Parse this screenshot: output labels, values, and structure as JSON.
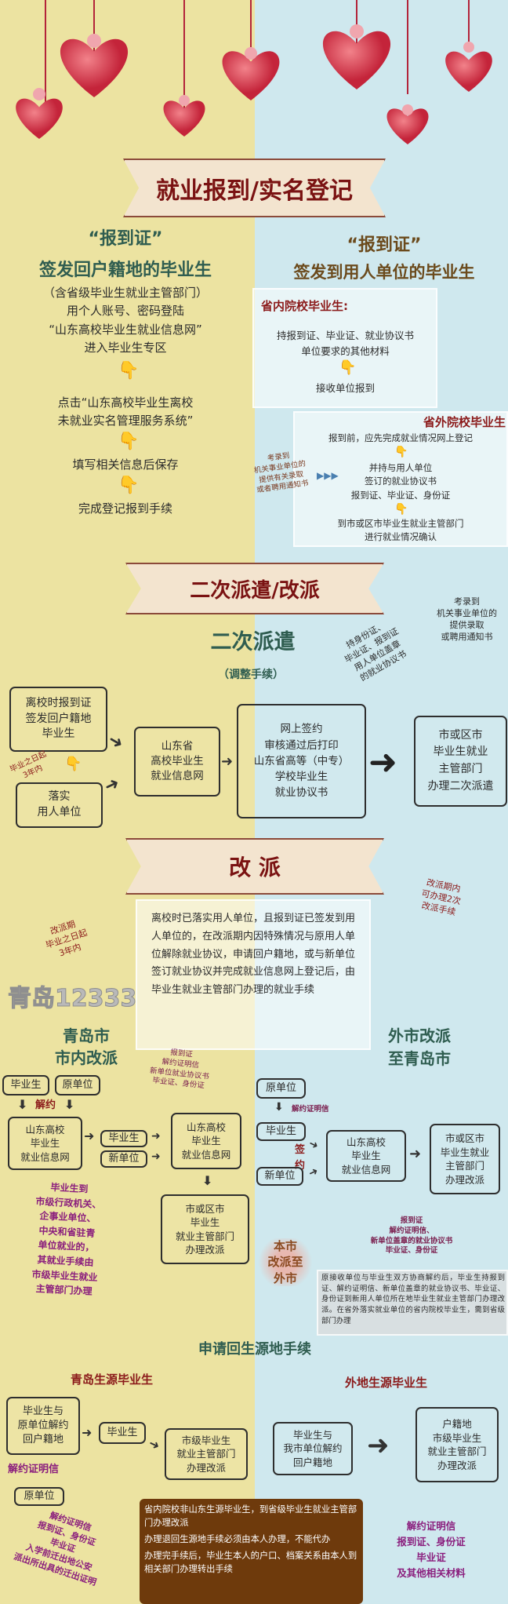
{
  "watermark": "青岛12333",
  "colors": {
    "left_bg": "#ece3a1",
    "right_bg": "#cfe8ee",
    "banner_text": "#7a1212",
    "heading_green": "#2f5d50",
    "note_purple": "#8a1d7d",
    "brown_panel": "#6e3a0c"
  },
  "section1": {
    "banner": "就业报到/实名登记",
    "left": {
      "quote": "“报到证”",
      "title": "签发回户籍地的毕业生",
      "lines": "（含省级毕业生就业主管部门）\n用个人账号、密码登陆\n“山东高校毕业生就业信息网”\n进入毕业生专区",
      "step2": "点击“山东高校毕业生离校\n未就业实名管理服务系统”",
      "step3": "填写相关信息后保存",
      "step4": "完成登记报到手续"
    },
    "right": {
      "quote": "“报到证”",
      "title": "签发到用人单位的毕业生",
      "in_title": "省内院校毕业生:",
      "in_text": "持报到证、毕业证、就业协议书\n单位要求的其他材料",
      "in_step": "接收单位报到",
      "out_title": "省外院校毕业生",
      "out_l1": "报到前，应先完成就业情况网上登记",
      "out_l2": "并持与用人单位\n签订的就业协议书\n报到证、毕业证、身份证",
      "out_l3": "到市或区市毕业生就业主管部门\n进行就业情况确认",
      "side_note": "考录到\n机关事业单位的\n提供有关录取\n或者聘用通知书"
    }
  },
  "section2": {
    "banner": "二次派遣/改派",
    "title": "二次派遣",
    "subtitle": "（调整手续）",
    "box_a": "离校时报到证\n签发回户籍地\n毕业生",
    "box_b": "落实\n用人单位",
    "note_red": "毕业之日起\n3年内",
    "box_c": "山东省\n高校毕业生\n就业信息网",
    "box_d": "网上签约\n审核通过后打印\n山东省高等（中专）\n学校毕业生\n就业协议书",
    "box_e": "市或区市\n毕业生就业\n主管部门\n办理二次派遣",
    "note_docs": "持身份证、\n毕业证、报到证\n用人单位盖章\n的就业协议书",
    "note_exam": "考录到\n机关事业单位的\n提供录取\n或聘用通知书"
  },
  "section3": {
    "banner": "改 派",
    "desc": "离校时已落实用人单位，且报到证已签发到用人单位的，在改派期内因特殊情况与原用人单位解除就业协议，申请回户籍地，或与新单位签订就业协议并完成就业信息网上登记后，由毕业生就业主管部门办理的就业手续",
    "note_left": "改派期\n毕业之日起\n3年内",
    "note_right": "改派期内\n可办理2次\n改派手续",
    "local": {
      "title": "青岛市\n市内改派",
      "grad": "毕业生",
      "orig": "原单位",
      "cancel": "解约",
      "net1": "山东高校\n毕业生\n就业信息网",
      "grad2": "毕业生",
      "new": "新单位",
      "net2": "山东高校\n毕业生\n就业信息网",
      "docs": "报到证\n解约证明信\n新单位就业协议书\n毕业证、身份证",
      "dept": "市或区市\n毕业生\n就业主管部门\n办理改派",
      "purple_note": "毕业生到\n市级行政机关、\n企事业单位、\n中央和省驻青\n单位就业的，\n其就业手续由\n市级毕业生就业\n主管部门办理"
    },
    "outside": {
      "title": "外市改派\n至青岛市",
      "orig": "原单位",
      "letter": "解约证明信",
      "grad": "毕业生",
      "sign": "签\n约",
      "new": "新单位",
      "net": "山东高校\n毕业生\n就业信息网",
      "dept": "市或区市\n毕业生就业\n主管部门\n办理改派",
      "docs": "报到证\n解约证明信、\n新单位盖章的就业协议书\n毕业证、身份证"
    },
    "to_other": {
      "label": "本市\n改派至\n外市",
      "text": "原接收单位与毕业生双方协商解约后，毕业生持报到证、解约证明信、新单位盖章的就业协议书、毕业证、身份证到新用人单位所在地毕业生就业主管部门办理改派。在省外落实就业单位的省内院校毕业生，需到省级部门办理"
    }
  },
  "section4": {
    "title": "申请回生源地手续",
    "qd": {
      "title": "青岛生源毕业生",
      "box1": "毕业生与\n原单位解约\n回户籍地",
      "grad": "毕业生",
      "dept": "市级毕业生\n就业主管部门\n办理改派",
      "letter": "解约证明信",
      "orig": "原单位",
      "docs": "解约证明信\n报到证、身份证\n毕业证\n入学前迁出地公安\n派出所出具的迁出证明"
    },
    "other": {
      "title": "外地生源毕业生",
      "box1": "毕业生与\n我市单位解约\n回户籍地",
      "dept": "户籍地\n市级毕业生\n就业主管部门\n办理改派",
      "docs": "解约证明信\n报到证、身份证\n毕业证\n及其他相关材料"
    },
    "notes": [
      "省内院校非山东生源毕业生，到省级毕业生就业主管部门办理改派",
      "办理退回生源地手续必须由本人办理，不能代办",
      "办理完手续后，毕业生本人的户口、档案关系由本人到相关部门办理转出手续"
    ]
  }
}
